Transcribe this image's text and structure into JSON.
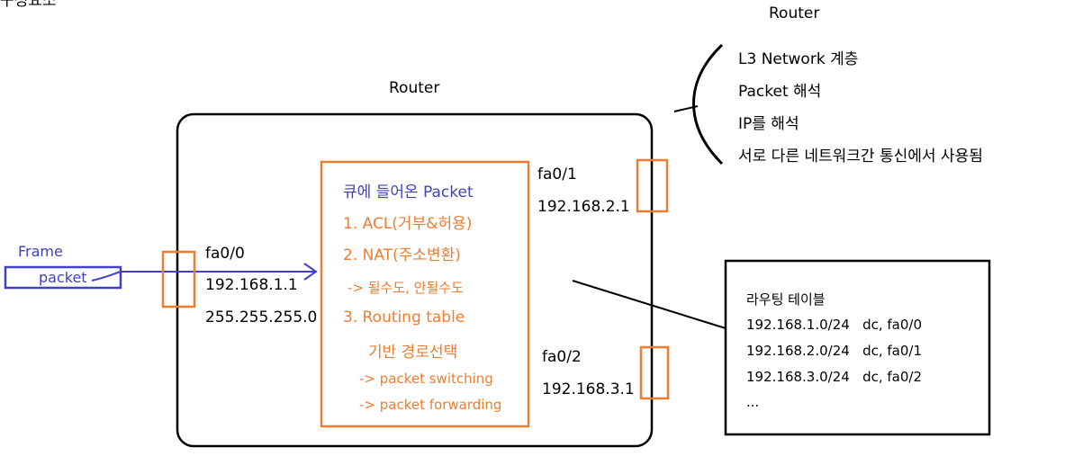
{
  "corner_text": "구성요소",
  "router_label": "Router",
  "router_side": {
    "title": "Router",
    "items": [
      "L3 Network 계층",
      "Packet 해석",
      "IP를 해석",
      "서로 다른 네트워크간 통신에서 사용됨"
    ]
  },
  "interfaces": {
    "fa0_0": {
      "name": "fa0/0",
      "ip": "192.168.1.1",
      "mask": "255.255.255.0"
    },
    "fa0_1": {
      "name": "fa0/1",
      "ip": "192.168.2.1"
    },
    "fa0_2": {
      "name": "fa0/2",
      "ip": "192.168.3.1"
    }
  },
  "incoming": {
    "frame": "Frame",
    "packet": "packet"
  },
  "queue": {
    "title": "큐에 들어온 Packet",
    "acl": "1. ACL(거부&허용)",
    "nat": "2. NAT(주소변환)",
    "nat_note": "-> 될수도, 안될수도",
    "routing": "3. Routing table",
    "routing_sub": "기반 경로선택",
    "switching": "-> packet switching",
    "forwarding": "-> packet forwarding"
  },
  "routing_table": {
    "title": "라우팅 테이블",
    "rows": [
      "192.168.1.0/24   dc, fa0/0",
      "192.168.2.0/24   dc, fa0/1",
      "192.168.3.0/24   dc, fa0/2",
      "..."
    ]
  },
  "colors": {
    "orange": "#ed7d31",
    "blue": "#4040c0",
    "black": "#000000"
  }
}
